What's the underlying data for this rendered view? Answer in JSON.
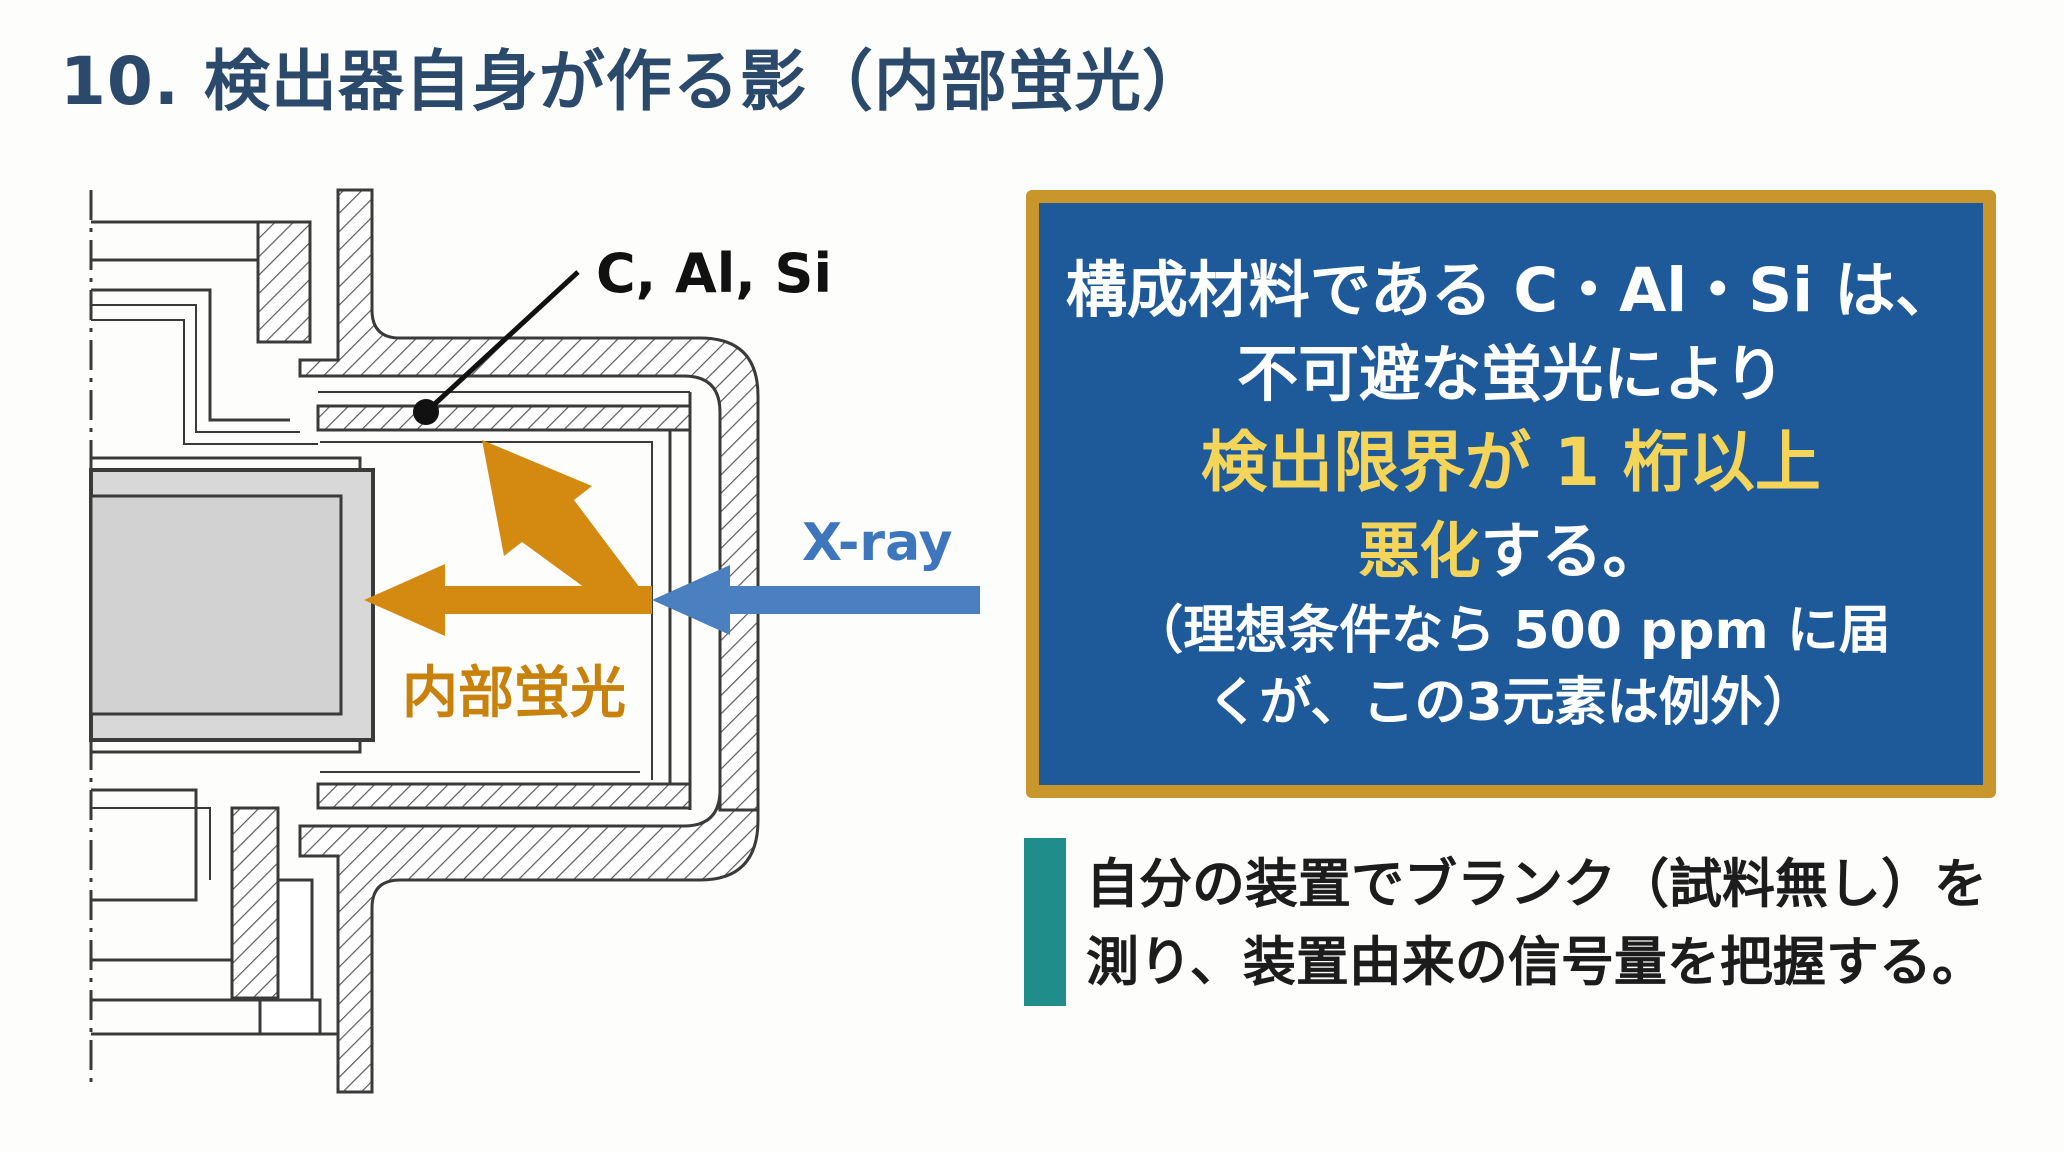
{
  "slide": {
    "title": "10. 検出器自身が作る影（内部蛍光）"
  },
  "diagram": {
    "material_label": "C, Al, Si",
    "xray_label": "X-ray",
    "fluorescence_label": "内部蛍光",
    "colors": {
      "line": "#3a3a3a",
      "hatch": "#5a5a5a",
      "xray_arrow": "#4a7fc0",
      "fluorescence_arrow": "#d48a10",
      "sensor_fill": "#d8d8d8"
    }
  },
  "info_box": {
    "line1": "構成材料である C・Al・Si は、",
    "line2": "不可避な蛍光により",
    "highlight": "検出限界が 1 桁以上",
    "line4_highlight": "悪化",
    "line4_rest": "する。",
    "note_line1": "（理想条件なら 500 ppm に届",
    "note_line2": "くが、この3元素は例外）",
    "colors": {
      "background": "#1e5a9a",
      "border": "#c8962a",
      "highlight": "#f4d55a"
    }
  },
  "tip": {
    "line1": "自分の装置でブランク（試料無し）を",
    "line2": "測り、装置由来の信号量を把握する。",
    "bar_color": "#1f8d8a"
  }
}
